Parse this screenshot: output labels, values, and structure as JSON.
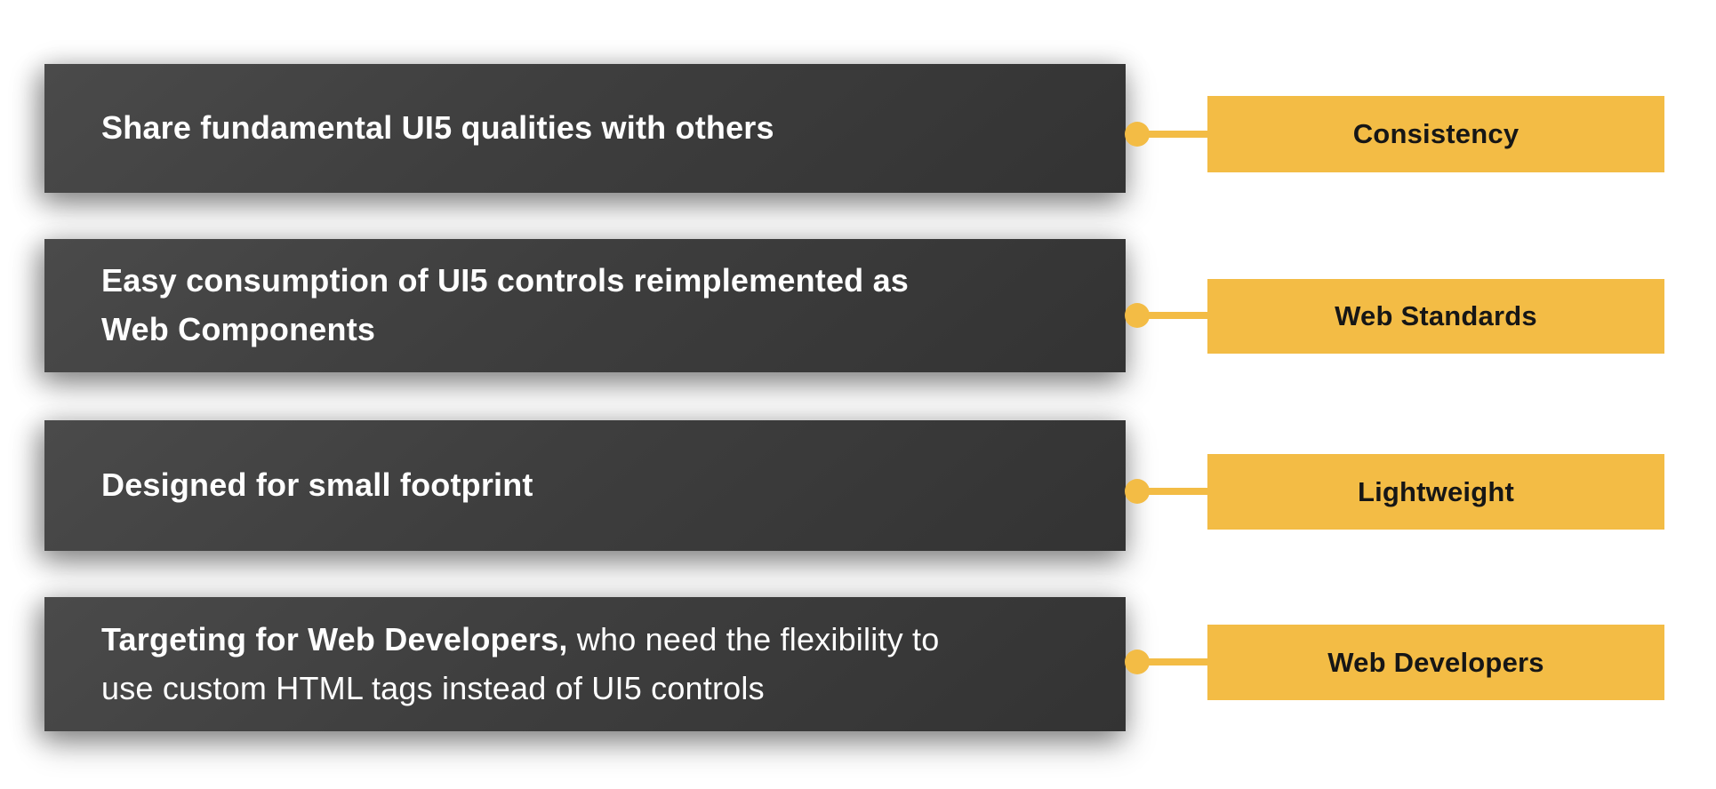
{
  "diagram": {
    "rows": [
      {
        "feature_bold": "Share fundamental UI5 qualities with others",
        "feature_regular": "",
        "label": "Consistency"
      },
      {
        "feature_bold": "Easy consumption of UI5 controls reimplemented as\nWeb Components",
        "feature_regular": "",
        "label": "Web Standards"
      },
      {
        "feature_bold": "Designed for small footprint",
        "feature_regular": "",
        "label": "Lightweight"
      },
      {
        "feature_bold": "Targeting for Web Developers,",
        "feature_regular": " who need the flexibility to\nuse custom HTML tags instead of UI5 controls",
        "label": "Web Developers"
      }
    ],
    "colors": {
      "accent": "#f3bc45",
      "feature_box": "#3e3e3e",
      "feature_text": "#ffffff",
      "label_text": "#161616",
      "background": "#ffffff"
    }
  }
}
